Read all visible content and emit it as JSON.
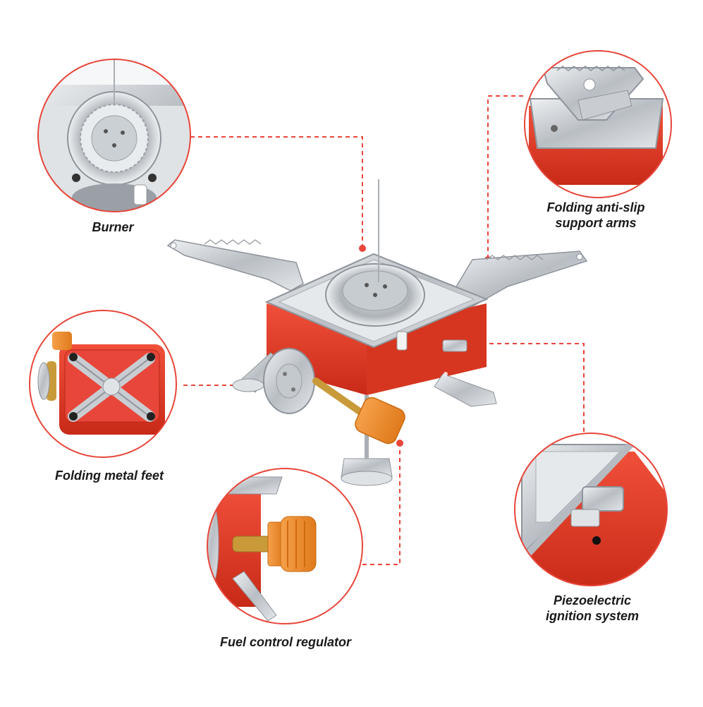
{
  "labels": {
    "burner": "Burner",
    "support_arms_line1": "Folding anti-slip",
    "support_arms_line2": "support arms",
    "metal_feet": "Folding metal feet",
    "fuel_regulator": "Fuel control regulator",
    "ignition_line1": "Piezoelectric",
    "ignition_line2": "ignition system"
  },
  "colors": {
    "accent_red": "#e8463a",
    "stove_red": "#e03a22",
    "regulator_orange": "#f28a2a",
    "steel": "#c9cdd2",
    "steel_dark": "#8e949b",
    "brass": "#c99a3a"
  }
}
